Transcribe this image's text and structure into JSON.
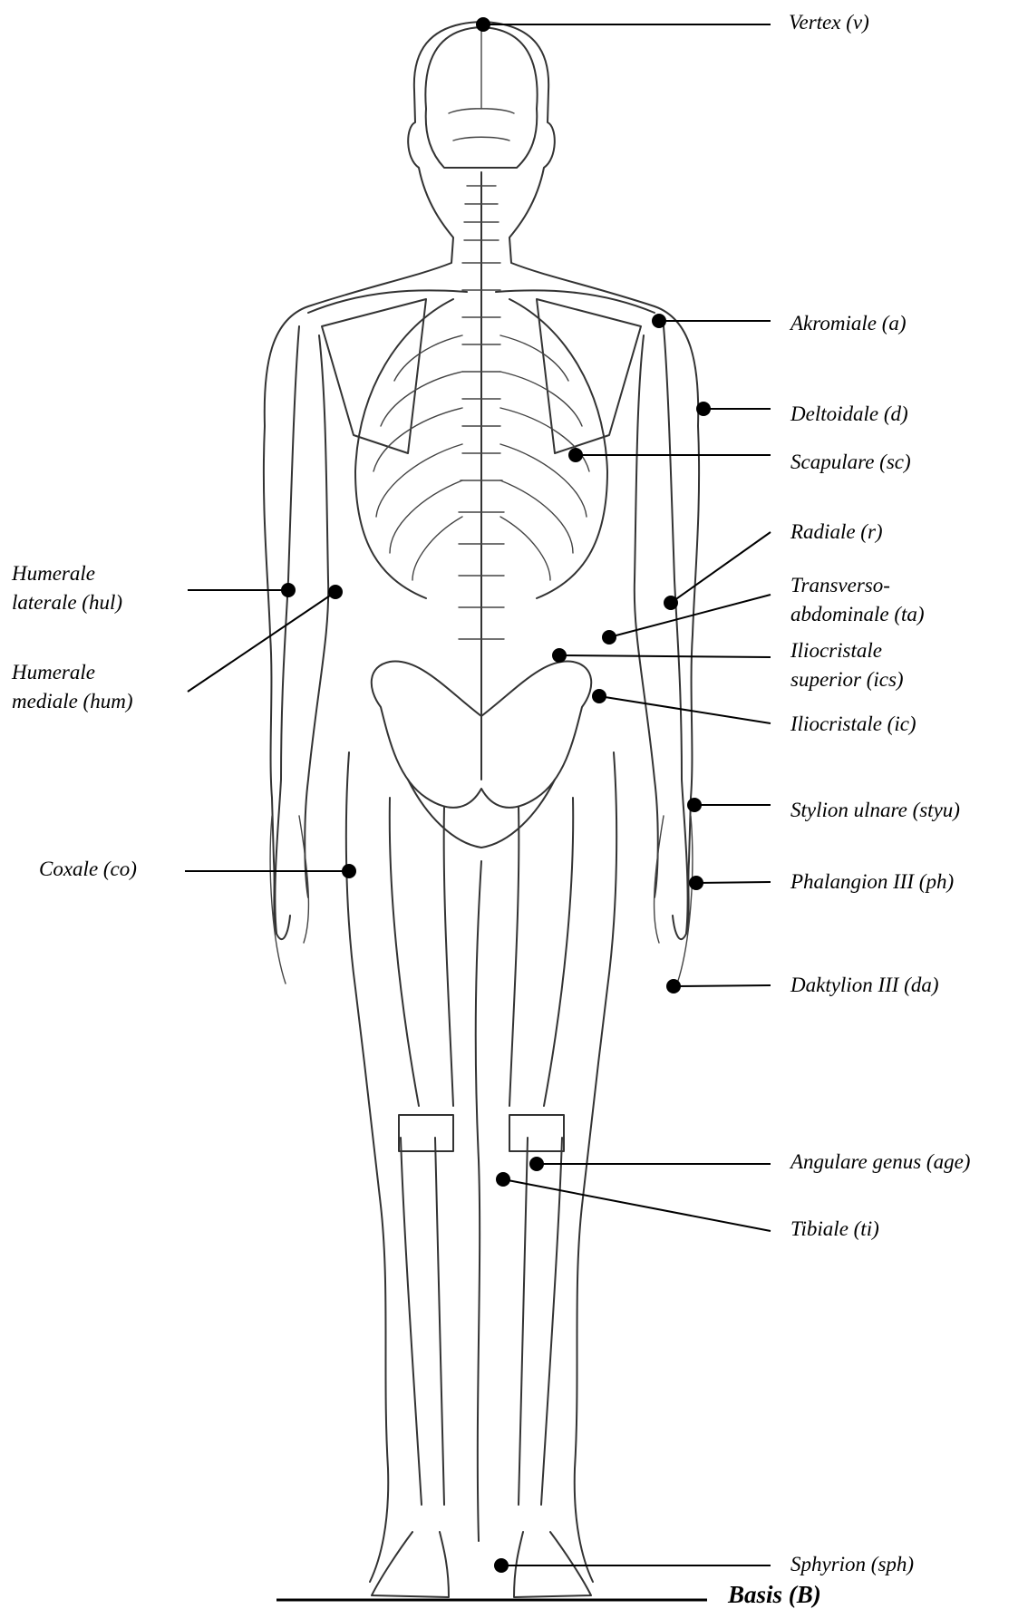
{
  "labels": {
    "vertex": "Vertex (v)",
    "akromiale": "Akromiale (a)",
    "deltoidale": "Deltoidale (d)",
    "scapulare": "Scapulare (sc)",
    "radiale": "Radiale (r)",
    "transverso": [
      "Transverso-",
      "abdominale (ta)"
    ],
    "iliocristale_sup": [
      "Iliocristale",
      "superior (ics)"
    ],
    "iliocristale": "Iliocristale (ic)",
    "stylion": "Stylion ulnare (styu)",
    "phalangion": "Phalangion III (ph)",
    "daktylion": "Daktylion III (da)",
    "angulare": "Angulare genus (age)",
    "tibiale": "Tibiale (ti)",
    "sphyrion": "Sphyrion (sph)",
    "humerale_lat": [
      "Humerale",
      "laterale (hul)"
    ],
    "humerale_med": [
      "Humerale",
      "mediale (hum)"
    ],
    "coxale": "Coxale (co)",
    "basis": "Basis (B)"
  },
  "colors": {
    "ink": "#000000",
    "outline": "#333333",
    "background": "#ffffff"
  }
}
